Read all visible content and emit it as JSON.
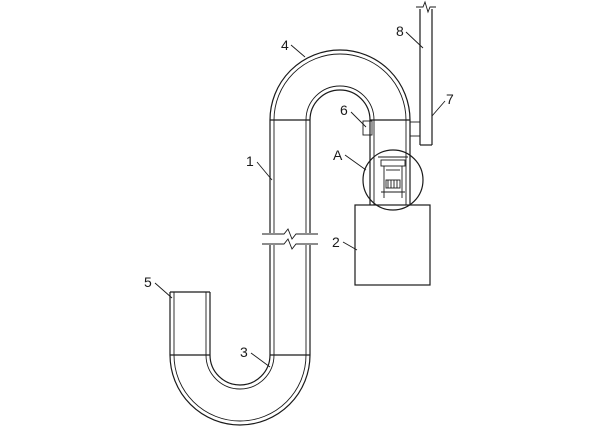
{
  "callouts": {
    "pipe": "1",
    "box": "2",
    "lower_bend": "3",
    "upper_bend": "4",
    "inlet_pipe": "5",
    "flange": "6",
    "bracket": "7",
    "vertical_pipe": "8",
    "detail": "A"
  }
}
